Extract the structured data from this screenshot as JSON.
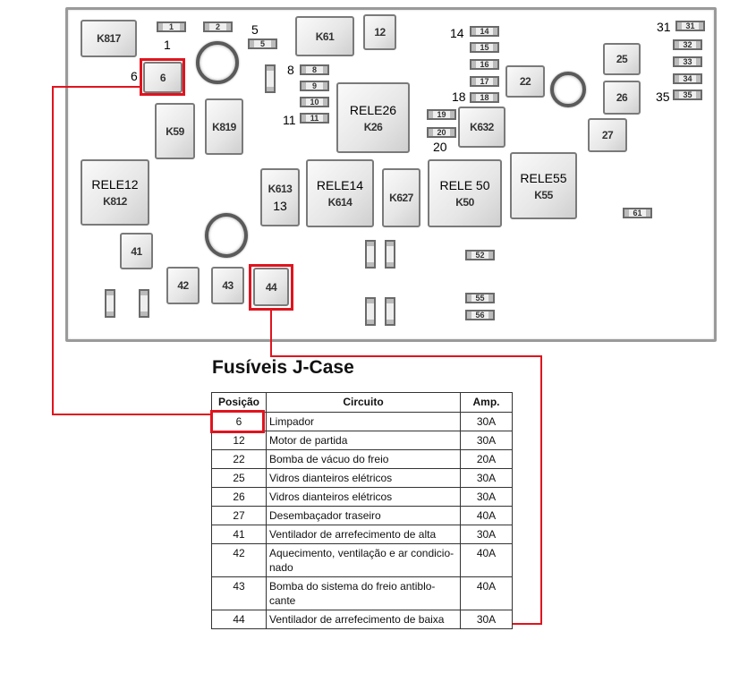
{
  "diagram": {
    "relays": {
      "k817": {
        "code": "K817"
      },
      "k61": {
        "code": "K61"
      },
      "k59": {
        "code": "K59"
      },
      "k819": {
        "code": "K819"
      },
      "rele26": {
        "title": "RELE26",
        "code": "K26"
      },
      "k632": {
        "code": "K632"
      },
      "rele12": {
        "title": "RELE12",
        "code": "K812"
      },
      "k613": {
        "code": "K613",
        "sub": "13"
      },
      "rele14": {
        "title": "RELE14",
        "code": "K614"
      },
      "k627": {
        "code": "K627"
      },
      "rele50": {
        "title": "RELE 50",
        "code": "K50"
      },
      "rele55": {
        "title": "RELE55",
        "code": "K55"
      }
    },
    "maxi_fuses": {
      "f6": "6",
      "f12": "12",
      "f22": "22",
      "f25": "25",
      "f26": "26",
      "f27": "27",
      "f41": "41",
      "f42": "42",
      "f43": "43",
      "f44": "44"
    },
    "mini_fuses": {
      "f1": "1",
      "f2": "2",
      "f5": "5",
      "f8": "8",
      "f9": "9",
      "f10": "10",
      "f11": "11",
      "f14": "14",
      "f15": "15",
      "f16": "16",
      "f17": "17",
      "f18": "18",
      "f19": "19",
      "f20": "20",
      "f31": "31",
      "f32": "32",
      "f33": "33",
      "f34": "34",
      "f35": "35",
      "f52": "52",
      "f55": "55",
      "f56": "56",
      "f61": "61"
    },
    "callouts": {
      "l1": "1",
      "l5": "5",
      "l6": "6",
      "l8": "8",
      "l11": "11",
      "l14": "14",
      "l18": "18",
      "l20": "20",
      "l31": "31",
      "l35": "35"
    },
    "highlight_color": "#e0141e"
  },
  "table": {
    "title": "Fusíveis J-Case",
    "headers": [
      "Posição",
      "Circuito",
      "Amp."
    ],
    "rows": [
      {
        "pos": "6",
        "circuit": "Limpador",
        "amp": "30A"
      },
      {
        "pos": "12",
        "circuit": "Motor de partida",
        "amp": "30A"
      },
      {
        "pos": "22",
        "circuit": "Bomba de vácuo do freio",
        "amp": "20A"
      },
      {
        "pos": "25",
        "circuit": "Vidros dianteiros elétricos",
        "amp": "30A"
      },
      {
        "pos": "26",
        "circuit": "Vidros dianteiros elétricos",
        "amp": "30A"
      },
      {
        "pos": "27",
        "circuit": "Desembaçador traseiro",
        "amp": "40A"
      },
      {
        "pos": "41",
        "circuit": "Ventilador de arrefecimento de alta",
        "amp": "30A"
      },
      {
        "pos": "42",
        "circuit": "Aquecimento, ventilação e ar condicio-nado",
        "amp": "40A"
      },
      {
        "pos": "43",
        "circuit": "Bomba do sistema do freio antiblo-cante",
        "amp": "40A"
      },
      {
        "pos": "44",
        "circuit": "Ventilador de arrefecimento de baixa",
        "amp": "30A"
      }
    ]
  }
}
